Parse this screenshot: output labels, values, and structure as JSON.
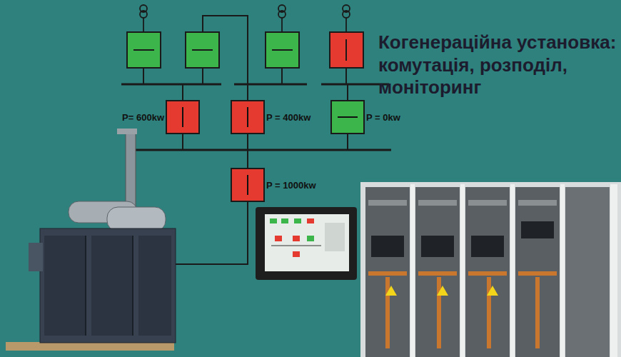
{
  "diagram": {
    "title": "Когенераційна установка: комутація, розподіл, моніторинг",
    "nodes": [
      {
        "text": [
          "P= 600kw"
        ]
      },
      {
        "text": [
          "P = 400kw"
        ]
      },
      {
        "text": [
          "P = 0kw"
        ]
      },
      {
        "text": [
          "P = 1000kw"
        ]
      }
    ],
    "edges": [
      {
        "from": 0,
        "to": 3,
        "arrow": "none"
      },
      {
        "from": 1,
        "to": 3,
        "arrow": "none"
      },
      {
        "from": 2,
        "to": 3,
        "arrow": "none"
      }
    ]
  }
}
